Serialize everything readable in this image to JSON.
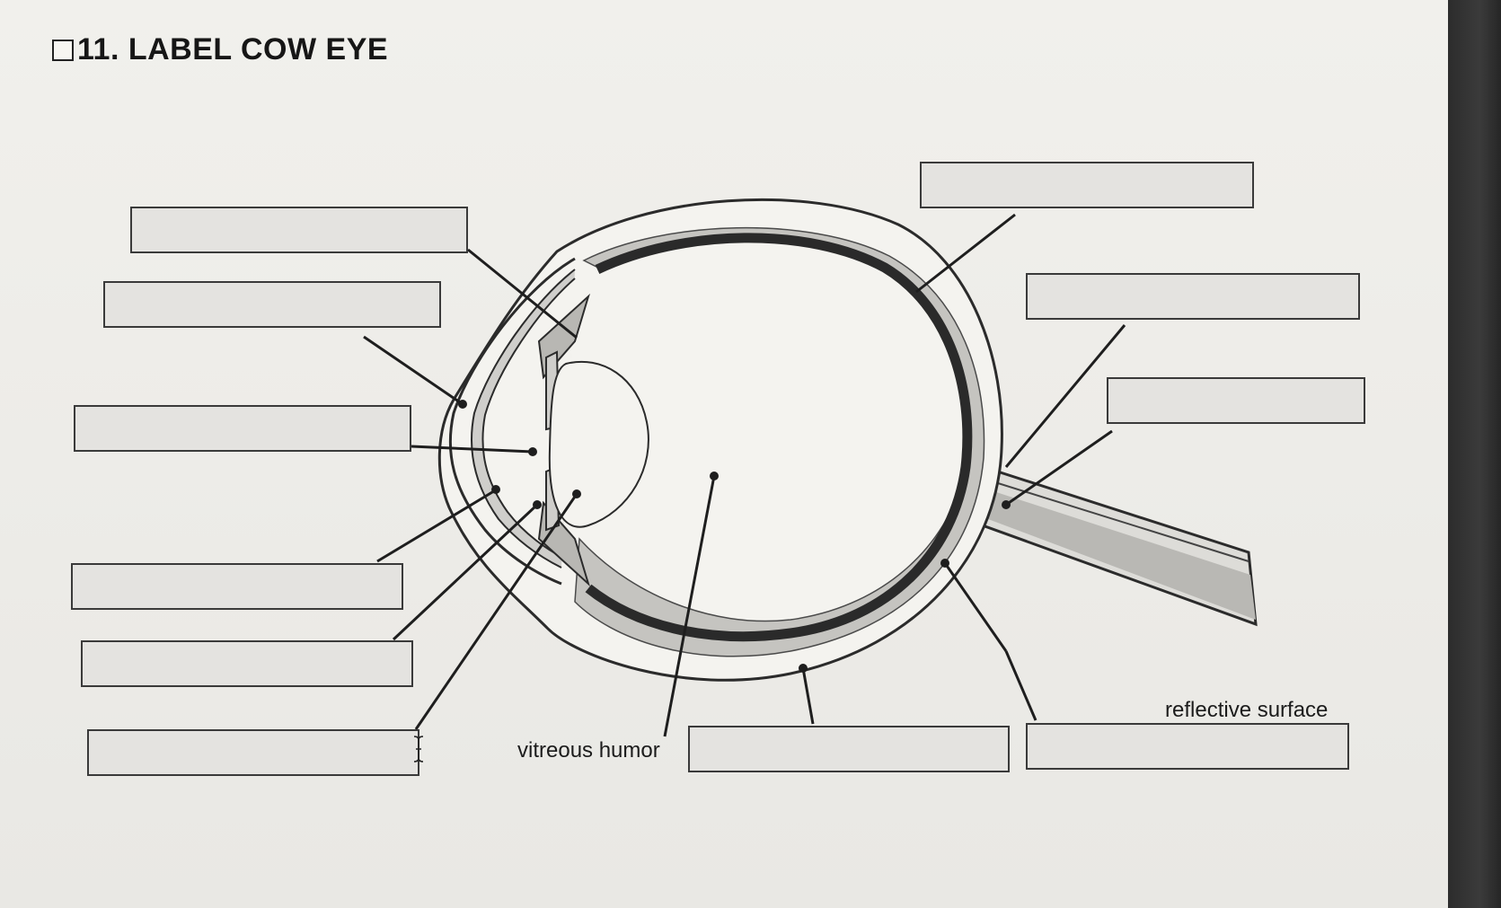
{
  "header": {
    "checkbox_icon": "empty-checkbox-icon",
    "title": "11. LABEL COW EYE"
  },
  "labels": {
    "vitreous_humor": "vitreous humor",
    "reflective_surface": "reflective surface"
  },
  "answer_boxes": [
    "",
    "",
    "",
    "",
    "",
    "",
    "",
    "",
    "",
    "",
    "",
    ""
  ],
  "icons": {
    "cursor": "text-cursor-icon"
  },
  "colors": {
    "paper": "#f1f0ec",
    "box_fill": "#e4e3e0",
    "tissue_gray": "#bdbcb8",
    "choroid": "#2a2a2a"
  }
}
